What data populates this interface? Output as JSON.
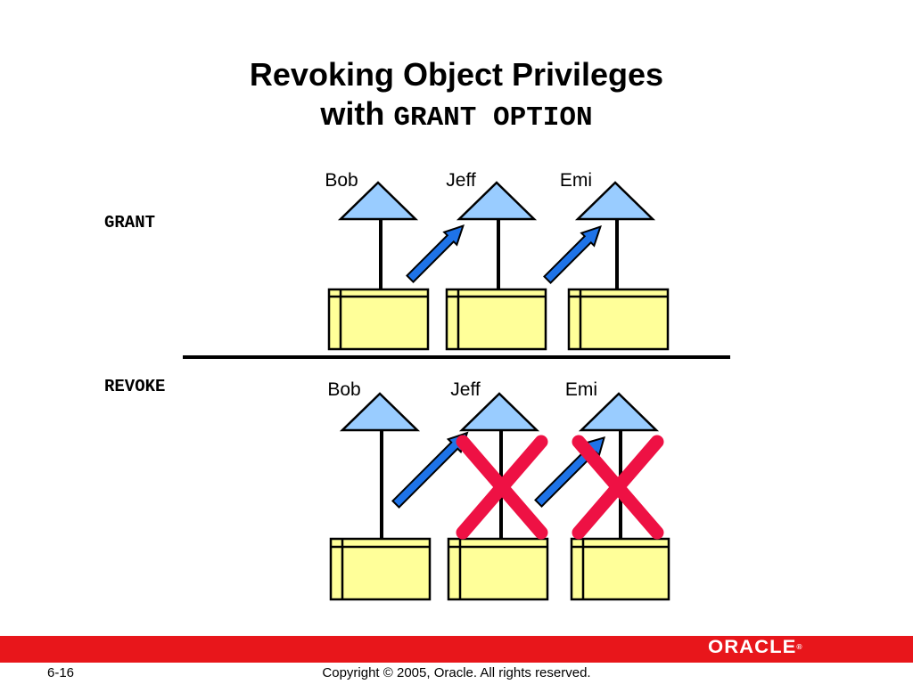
{
  "title": {
    "line1": "Revoking Object Privileges",
    "line2_prefix": "with",
    "line2_code": "GRANT OPTION"
  },
  "sections": {
    "grant_label": "GRANT",
    "revoke_label": "REVOKE"
  },
  "grant_users": [
    "Bob",
    "Jeff",
    "Emi"
  ],
  "revoke_users": [
    "Bob",
    "Jeff",
    "Emi"
  ],
  "colors": {
    "triangle": "#99ccff",
    "arrow": "#1e73e8",
    "table": "#ffff99",
    "cross": "#ee1144",
    "footer_bar": "#e8161b"
  },
  "footer": {
    "page": "6-16",
    "copyright": "Copyright © 2005, Oracle.  All rights reserved.",
    "logo": "ORACLE"
  }
}
